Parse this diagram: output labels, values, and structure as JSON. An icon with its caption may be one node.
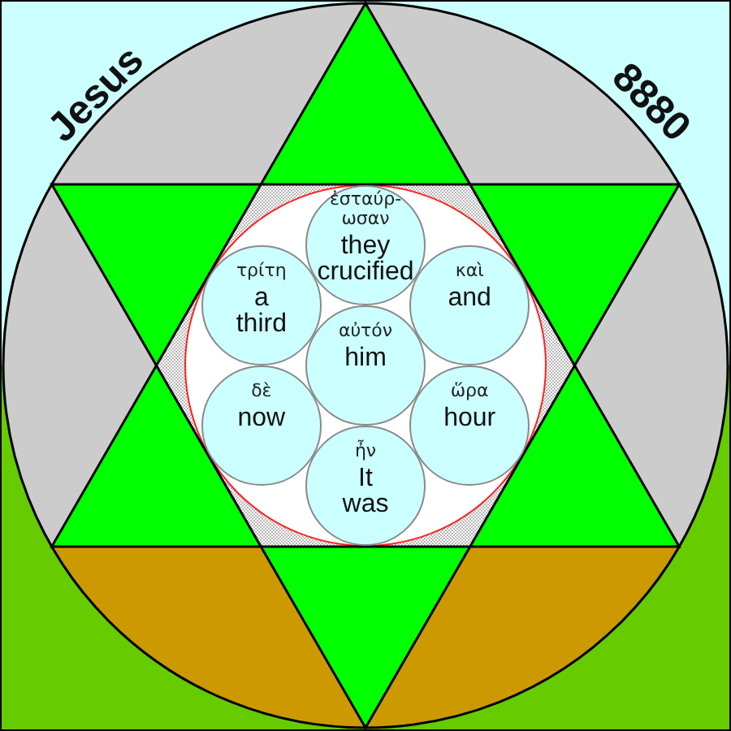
{
  "diagram": {
    "nodes": [
      {
        "text": [
          "ἐσταύρ- ωσαν",
          "they crucified"
        ]
      },
      {
        "text": [
          "τρίτη",
          "a third"
        ]
      },
      {
        "text": [
          "καὶ",
          "and"
        ]
      },
      {
        "text": [
          "αὐτόν",
          "him"
        ]
      },
      {
        "text": [
          "δὲ",
          "now"
        ]
      },
      {
        "text": [
          "ὥρα",
          "hour"
        ]
      },
      {
        "text": [
          "ἦν",
          "It was"
        ]
      }
    ],
    "labels": [
      "Jesus",
      "8880"
    ]
  }
}
